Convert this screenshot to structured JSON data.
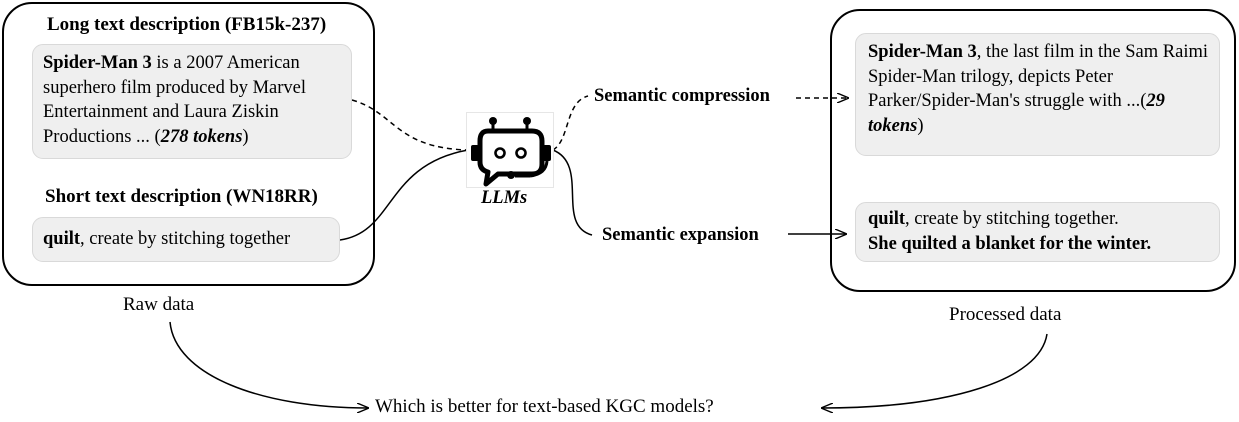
{
  "raw": {
    "long_heading": "Long text description (FB15k-237)",
    "long_card": {
      "name": "Spider-Man 3",
      "text": " is a 2007 American superhero film produced by Marvel Entertainment and Laura Ziskin Productions ... (",
      "tokens": "278 tokens",
      "close": ")"
    },
    "short_heading": "Short text description (WN18RR)",
    "short_card": {
      "name": "quilt",
      "text": ", create by stitching together"
    },
    "label": "Raw data"
  },
  "llm": {
    "label": "LLMs",
    "icon": "robot-chat-icon"
  },
  "arrows": {
    "compression": "Semantic compression",
    "expansion": "Semantic expansion"
  },
  "processed": {
    "compressed_card": {
      "name": "Spider-Man 3",
      "text": ", the last film in the Sam Raimi Spider-Man trilogy, depicts Peter Parker/Spider-Man's struggle with ...(",
      "tokens": "29 tokens",
      "close": ")"
    },
    "expanded_card": {
      "name": "quilt",
      "text": ", create by stitching together.",
      "example": "She quilted a blanket for the winter."
    },
    "label": "Processed data"
  },
  "question": "Which is better for text-based KGC models?"
}
